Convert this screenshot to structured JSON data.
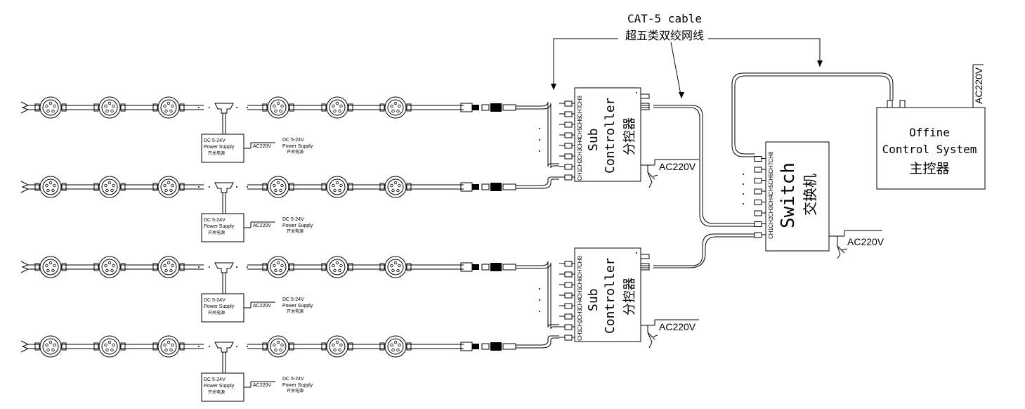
{
  "cable_label": {
    "en": "CAT-5 cable",
    "zh": "超五类双绞网线"
  },
  "offline_controller": {
    "line1": "Offine",
    "line2": "Control System",
    "zh": "主控器",
    "power": "AC220V"
  },
  "switch": {
    "label": "Switch",
    "zh": "交换机",
    "power": "AC220V",
    "channels": [
      "CH1",
      "CH2",
      "CH3",
      "CH4",
      "CH5",
      "CH6",
      "CH7",
      "CH8"
    ]
  },
  "sub_controllers": [
    {
      "line1": "Sub",
      "line2": "Controller",
      "zh": "分控器",
      "power": "AC220V"
    },
    {
      "line1": "Sub",
      "line2": "Controller",
      "zh": "分控器",
      "power": "AC220V"
    }
  ],
  "sub_channels": [
    "CH1",
    "CH2",
    "CH3",
    "CH4",
    "CH5",
    "CH6",
    "CH7",
    "CH8"
  ],
  "power_supply_box": {
    "line1": "DC  5-24V",
    "line2": "Power Supply",
    "zh": "开关电源",
    "ac": "AC220V"
  },
  "power_supply_note": {
    "line1": "DC 5-24V",
    "line2": "Power Supply",
    "zh": "开关电源"
  },
  "colors": {
    "line": "#000000",
    "background": "#ffffff"
  }
}
